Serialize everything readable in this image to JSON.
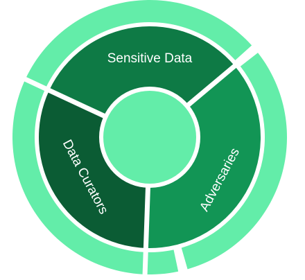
{
  "segments": [
    {
      "key": "sensitive",
      "label": "Sensitive Data",
      "color": "#0e7a45"
    },
    {
      "key": "adversaries",
      "label": "Adversaries",
      "color": "#129555"
    },
    {
      "key": "curators",
      "label": "Data Curators",
      "color": "#0b5c34"
    }
  ],
  "colors": {
    "outer_ring": "#63eda9",
    "center": "#63eda9",
    "divider": "#ffffff"
  }
}
